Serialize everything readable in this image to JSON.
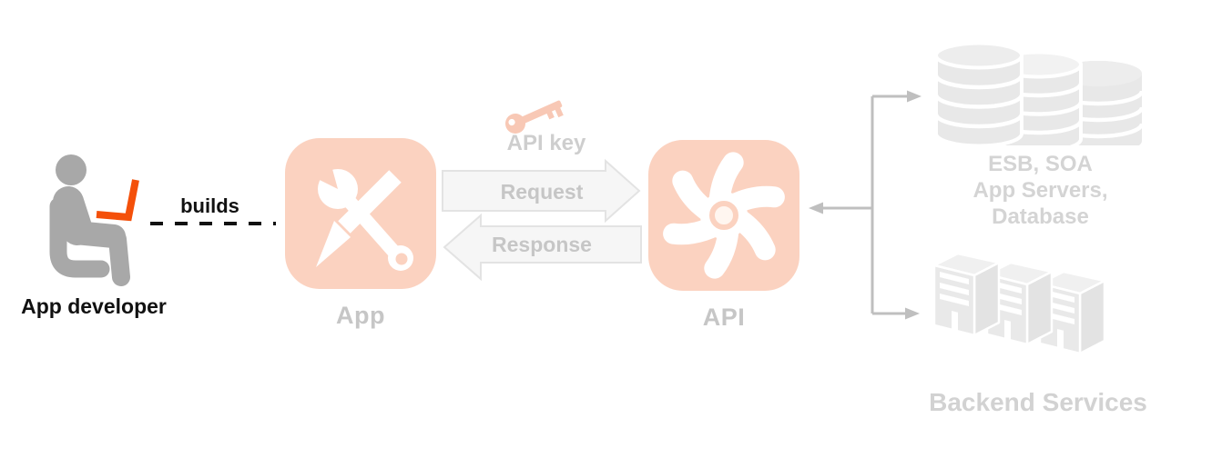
{
  "developer": {
    "label": "App developer",
    "builds_label": "builds"
  },
  "app": {
    "label": "App"
  },
  "api": {
    "label": "API"
  },
  "api_key": {
    "label": "API key"
  },
  "arrows": {
    "request_label": "Request",
    "response_label": "Response"
  },
  "backend": {
    "esb": {
      "lines": [
        "ESB, SOA",
        "App Servers,",
        "Database"
      ]
    },
    "services": {
      "label": "Backend Services"
    }
  },
  "icons": {
    "developer": "person-at-laptop-icon",
    "app": "wrench-and-pencil-icon",
    "api_key": "key-icon",
    "api": "gear-spark-icon",
    "esb": "database-stack-icon",
    "services": "server-towers-icon"
  },
  "colors": {
    "accent_orange": "#f4500a",
    "icon_salmon": "#fbd2c0",
    "key_salmon": "#f8c8b5",
    "person_gray": "#a8a8a8",
    "muted_text_gray": "#c6c6c6",
    "faded_text_gray": "#d3d3d3",
    "shape_gray": "#e8e8e8",
    "arrow_fill_gray": "#f6f6f6",
    "connector_gray": "#bfbfbf",
    "label_black": "#111111"
  }
}
